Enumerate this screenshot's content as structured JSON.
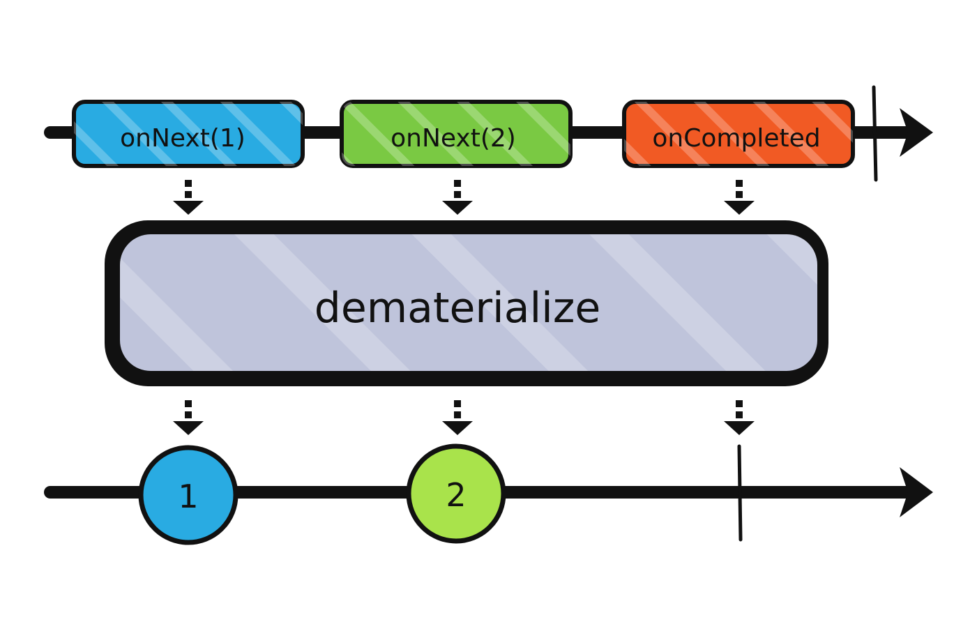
{
  "operator": {
    "label": "dematerialize",
    "fill": "#bfc4db"
  },
  "input": {
    "events": [
      {
        "label": "onNext(1)",
        "color": "#29abe2",
        "stripe": "#6fc8ee"
      },
      {
        "label": "onNext(2)",
        "color": "#7ac943",
        "stripe": "#a6dc80"
      },
      {
        "label": "onCompleted",
        "color": "#f15a24",
        "stripe": "#f59270"
      }
    ],
    "terminated": true
  },
  "output": {
    "items": [
      {
        "label": "1",
        "color": "#29abe2"
      },
      {
        "label": "2",
        "color": "#a9e34b"
      }
    ],
    "completed": true
  },
  "colors": {
    "line": "#111111",
    "background": "#ffffff"
  }
}
